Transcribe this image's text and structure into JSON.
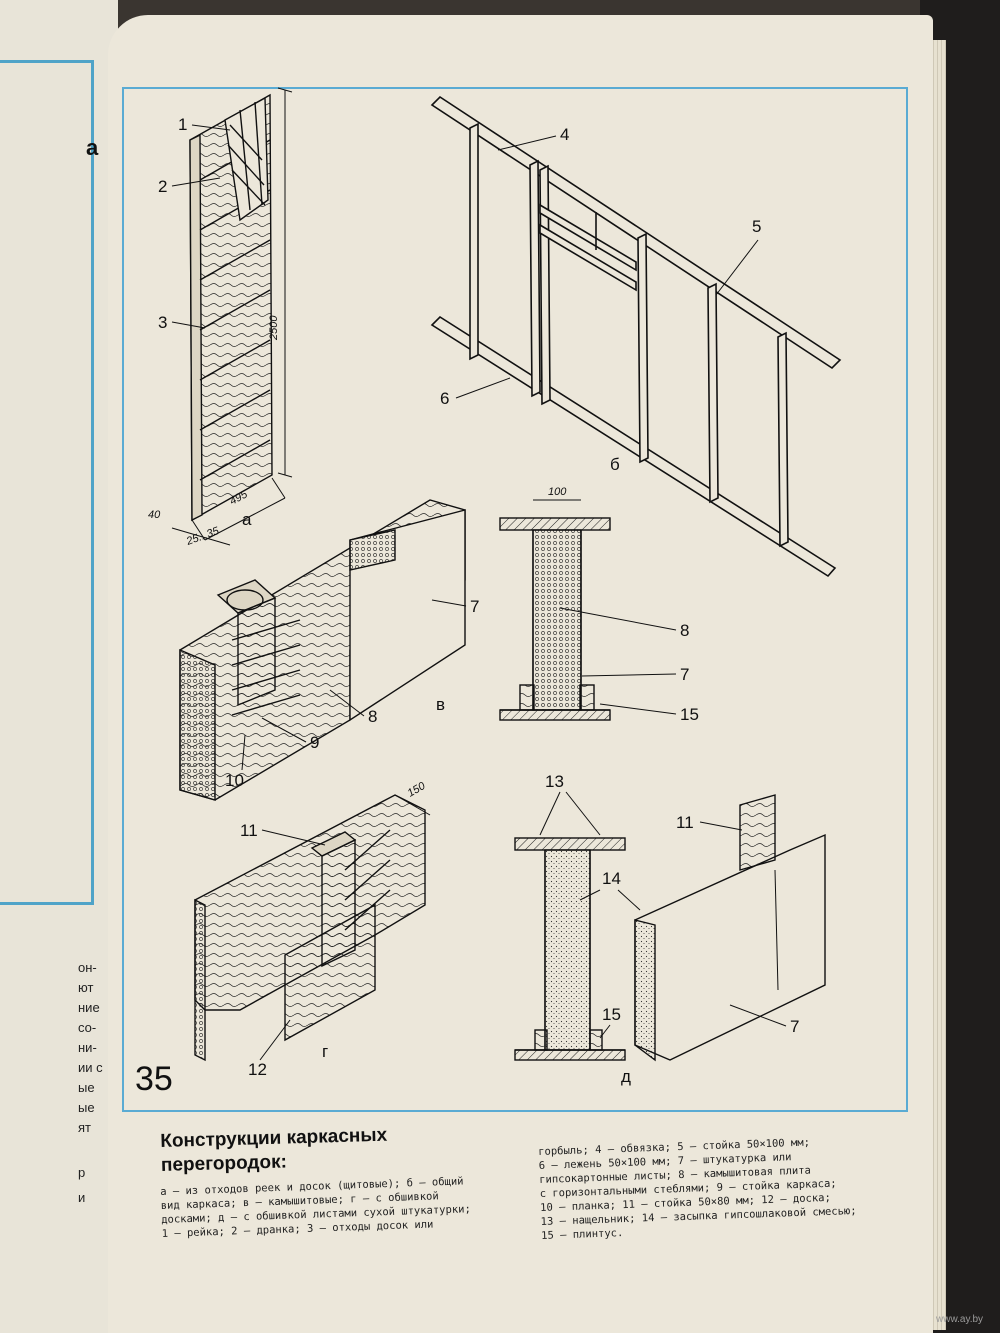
{
  "left_page": {
    "heading_fragment": "а",
    "text_fragments": [
      "он-",
      "ют",
      "ние",
      "со-",
      "ни-",
      "ии с",
      "ые",
      "ые",
      "ят",
      "р",
      "и"
    ]
  },
  "figure": {
    "number": "35",
    "subfig_labels": [
      "а",
      "б",
      "в",
      "г",
      "д"
    ],
    "callouts": [
      "1",
      "2",
      "3",
      "4",
      "5",
      "6",
      "7",
      "8",
      "9",
      "10",
      "11",
      "12",
      "13",
      "14",
      "15"
    ],
    "dimensions": {
      "height": "2500",
      "width": "495",
      "depth": "40",
      "thickness": "25...35",
      "w100": "100",
      "w150": "150"
    }
  },
  "caption": {
    "title_line1": "Конструкции каркасных",
    "title_line2": "перегородок:",
    "left_lines": [
      "а — из отходов реек и досок (щитовые); б — общий",
      "вид каркаса; в — камышитовые; г — с обшивкой",
      "досками; д — с обшивкой листами сухой штукатурки;",
      "1 — рейка; 2 — дранка; 3 — отходы досок или"
    ],
    "right_lines": [
      "горбыль; 4 — обвязка; 5 — стойка 50×100 мм;",
      "6 — лежень 50×100 мм; 7 — штукатурка или",
      "гипсокартонные листы; 8 — камышитовая плита",
      "с горизонтальными стеблями; 9 — стойка каркаса;",
      "10 — планка; 11 — стойка 50×80 мм; 12 — доска;",
      "13 — нащельник; 14 — засыпка гипсошлаковой смесью;",
      "15 — плинтус."
    ]
  },
  "watermark": "www.ay.by",
  "colors": {
    "page": "#ece7da",
    "frame": "#5aabd3",
    "ink": "#111111"
  }
}
